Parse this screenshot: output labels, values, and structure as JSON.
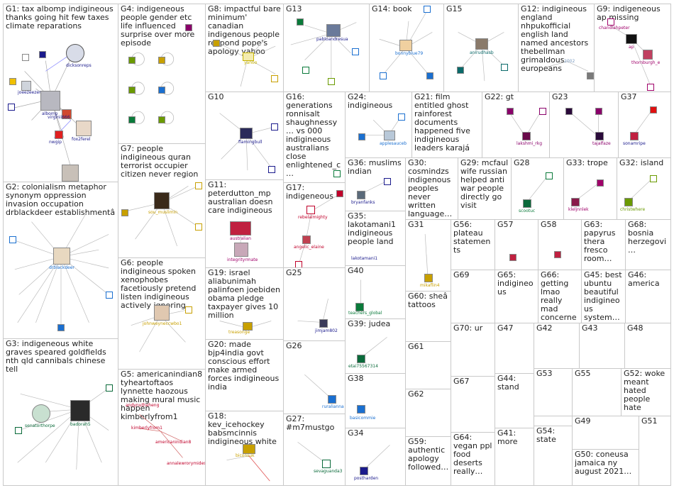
{
  "groups": [
    {
      "id": "G1",
      "label": "G1: tax albomp indigineous thanks going hit few taxes climate reparations"
    },
    {
      "id": "G4",
      "label": "G4: indigeneous people gender etc life influenced surprise over more episode"
    },
    {
      "id": "G8",
      "label": "G8: impactful bare minimum' canadian indigenous people respond pope's apology yahoo"
    },
    {
      "id": "G13",
      "label": "G13"
    },
    {
      "id": "G14",
      "label": "G14: book"
    },
    {
      "id": "G15",
      "label": "G15"
    },
    {
      "id": "G12",
      "label": "G12: indigineous england nhpukofficial english land named ancestors thebellman grimaldous europeans"
    },
    {
      "id": "G9",
      "label": "G9: indigeneous ap missing"
    },
    {
      "id": "G10",
      "label": "G10"
    },
    {
      "id": "G16",
      "label": "G16: generations ronnisalt shaughnessy… vs 000 indigineous australians close enlightened_c…"
    },
    {
      "id": "G24",
      "label": "G24: indigineous"
    },
    {
      "id": "G21",
      "label": "G21: film entitled ghost rainforest documents happened five indigineous leaders karajá"
    },
    {
      "id": "G22",
      "label": "G22: gt"
    },
    {
      "id": "G23",
      "label": "G23"
    },
    {
      "id": "G37",
      "label": "G37"
    },
    {
      "id": "G7",
      "label": "G7: people indigineous quran terrorist occupier citizen never region"
    },
    {
      "id": "G2",
      "label": "G2: colonialism metaphor synonym oppression invasion occupation drblackdeer establishmentâ"
    },
    {
      "id": "G11",
      "label": "G11: peterdutton_mp australian doesn care indigineous"
    },
    {
      "id": "G17",
      "label": "G17: indigeneous"
    },
    {
      "id": "G36",
      "label": "G36: muslims indian"
    },
    {
      "id": "G30",
      "label": "G30: cosmindzs indigenous peoples never written language…"
    },
    {
      "id": "G29",
      "label": "G29: mcfaul wife russian helped anti war people directly go visit"
    },
    {
      "id": "G28",
      "label": "G28"
    },
    {
      "id": "G33",
      "label": "G33: trope"
    },
    {
      "id": "G32",
      "label": "G32: island"
    },
    {
      "id": "G35",
      "label": "G35: lakotamani1 indigineous people land"
    },
    {
      "id": "G31",
      "label": "G31"
    },
    {
      "id": "G56",
      "label": "G56: plateau statements"
    },
    {
      "id": "G57",
      "label": "G57"
    },
    {
      "id": "G58",
      "label": "G58"
    },
    {
      "id": "G63",
      "label": "G63: papyrus thera fresco room…"
    },
    {
      "id": "G68",
      "label": "G68: bosnia herzegovi…"
    },
    {
      "id": "G6",
      "label": "G6: people indigineous spoken xenophobes facetiously pretend listen indigineous actively ignoring"
    },
    {
      "id": "G19",
      "label": "G19: israel aliabunimah palinfoen joebiden obama pledge taxpayer gives 10 million"
    },
    {
      "id": "G25",
      "label": "G25"
    },
    {
      "id": "G40",
      "label": "G40"
    },
    {
      "id": "G60",
      "label": "G60: sheâ tattoos"
    },
    {
      "id": "G69",
      "label": "G69"
    },
    {
      "id": "G65",
      "label": "G65: indigineous"
    },
    {
      "id": "G66",
      "label": "G66: getting lmao really mad concerne…"
    },
    {
      "id": "G45",
      "label": "G45: best ubuntu beautiful indigineous system…"
    },
    {
      "id": "G46",
      "label": "G46: america"
    },
    {
      "id": "G3",
      "label": "G3: indigeneous white graves speared goldfields nth qld cannibals chinese tell"
    },
    {
      "id": "G39",
      "label": "G39: judea"
    },
    {
      "id": "G70",
      "label": "G70: ur"
    },
    {
      "id": "G47",
      "label": "G47"
    },
    {
      "id": "G42",
      "label": "G42"
    },
    {
      "id": "G43",
      "label": "G43"
    },
    {
      "id": "G48",
      "label": "G48"
    },
    {
      "id": "G20",
      "label": "G20: made bjp4india govt conscious effort make armed forces indigineous india"
    },
    {
      "id": "G26",
      "label": "G26"
    },
    {
      "id": "G61",
      "label": "G61"
    },
    {
      "id": "G5",
      "label": "G5: americanindian8 tyheartoftaos lynnette haozous making mural music happen kimberlyfrom1"
    },
    {
      "id": "G38",
      "label": "G38"
    },
    {
      "id": "G67",
      "label": "G67"
    },
    {
      "id": "G44",
      "label": "G44: stand"
    },
    {
      "id": "G53",
      "label": "G53"
    },
    {
      "id": "G55",
      "label": "G55"
    },
    {
      "id": "G52",
      "label": "G52: woke meant hated people hate"
    },
    {
      "id": "G62",
      "label": "G62"
    },
    {
      "id": "G18",
      "label": "G18: kev_icehockey babsmcinnis indigineous white"
    },
    {
      "id": "G27",
      "label": "G27: #m7mustgo"
    },
    {
      "id": "G49",
      "label": "G49"
    },
    {
      "id": "G51",
      "label": "G51"
    },
    {
      "id": "G41",
      "label": "G41: more"
    },
    {
      "id": "G54",
      "label": "G54: state"
    },
    {
      "id": "G34",
      "label": "G34"
    },
    {
      "id": "G59",
      "label": "G59: authentic apology followed…"
    },
    {
      "id": "G64",
      "label": "G64: vegan ppl food deserts really…"
    },
    {
      "id": "G50",
      "label": "G50: coneusa jamaica ny august 2021…"
    }
  ],
  "vertices": [
    {
      "id": "dicksonreps",
      "label": "dicksonreps",
      "color": "#1a1a8c"
    },
    {
      "id": "joeezeezer",
      "label": "joeezeezer",
      "color": "#1a1a8c"
    },
    {
      "id": "albomp",
      "label": "albomp",
      "color": "#1a1a8c"
    },
    {
      "id": "virginii666",
      "label": "virginii666",
      "color": "#1a1a8c"
    },
    {
      "id": "fox2ferel",
      "label": "fox2ferel",
      "color": "#1a1a8c"
    },
    {
      "id": "nwgip",
      "label": "nwgip",
      "color": "#1a1a8c"
    },
    {
      "id": "yahoo",
      "label": "yahoo",
      "color": "#c8b400"
    },
    {
      "id": "pabloandresua",
      "label": "pabloandresua",
      "color": "#1a1a8c"
    },
    {
      "id": "bonnyblue79",
      "label": "bonnyblue79",
      "color": "#1a6fd0"
    },
    {
      "id": "anirudhasb",
      "label": "anirudhasb",
      "color": "#0a6a6a"
    },
    {
      "id": "x2002",
      "label": "2002",
      "color": "#7a9ac0"
    },
    {
      "id": "chandlahpeter",
      "label": "chandlahpeter",
      "color": "#a0006a"
    },
    {
      "id": "ap",
      "label": "ap",
      "color": "#a0006a"
    },
    {
      "id": "thornburgh_e",
      "label": "thornburgh_e",
      "color": "#a0006a"
    },
    {
      "id": "flamingbull",
      "label": "flamingbull",
      "color": "#1a1a8c"
    },
    {
      "id": "applesauceb",
      "label": "applesauceb",
      "color": "#1a6fd0"
    },
    {
      "id": "lakshmi_rkg",
      "label": "lakshmi_rkg",
      "color": "#8a006a"
    },
    {
      "id": "tajalfaze",
      "label": "tajalfaze",
      "color": "#8a006a"
    },
    {
      "id": "sonamripe",
      "label": "sonamripe",
      "color": "#1a1a8c"
    },
    {
      "id": "sou_muslimin",
      "label": "sou_muslimin",
      "color": "#c8a000"
    },
    {
      "id": "drblackdeer",
      "label": "drblackdeer",
      "color": "#1a6fd0"
    },
    {
      "id": "australian",
      "label": "australian",
      "color": "#a0006a"
    },
    {
      "id": "integrityrmate",
      "label": "integrityrmate",
      "color": "#a0006a"
    },
    {
      "id": "rebelalmighty",
      "label": "rebelalmighty",
      "color": "#c0002a"
    },
    {
      "id": "angelic_elaine",
      "label": "angelic_elaine",
      "color": "#c0002a"
    },
    {
      "id": "bryanfanks",
      "label": "bryanfanks",
      "color": "#1a1a8c"
    },
    {
      "id": "scootuc",
      "label": "scootuc",
      "color": "#0a7a3a"
    },
    {
      "id": "kleljnnlek",
      "label": "kleljnnlek",
      "color": "#a0006a"
    },
    {
      "id": "christwhere",
      "label": "christwhere",
      "color": "#6a9a00"
    },
    {
      "id": "lakotamani1",
      "label": "lakotamani1",
      "color": "#1a1a8c"
    },
    {
      "id": "mikaflin4",
      "label": "mikaflin4",
      "color": "#c8a000"
    },
    {
      "id": "johnweyneccwbo1",
      "label": "johnweyneccwbo1",
      "color": "#c8a000"
    },
    {
      "id": "treasonge",
      "label": "treasonge",
      "color": "#c8a000"
    },
    {
      "id": "jimjam802",
      "label": "jimjam802",
      "color": "#1a1a8c"
    },
    {
      "id": "teachers_global",
      "label": "teachers_global",
      "color": "#0a7a3a"
    },
    {
      "id": "senatorthorpe",
      "label": "senatorthorpe",
      "color": "#0a6a3a"
    },
    {
      "id": "badorah5",
      "label": "badorah5",
      "color": "#0a6a3a"
    },
    {
      "id": "etai75567314",
      "label": "etai75567314",
      "color": "#0a6a3a"
    },
    {
      "id": "ruralianna",
      "label": "ruralianna",
      "color": "#1a6fd0"
    },
    {
      "id": "andynutheheng",
      "label": "andynutheheng",
      "color": "#c0002a"
    },
    {
      "id": "kimberlyfrom1",
      "label": "kimberlyfrom1",
      "color": "#c0002a"
    },
    {
      "id": "americanindian8",
      "label": "americanindian8",
      "color": "#c0002a"
    },
    {
      "id": "annalewrorymides",
      "label": "annalewrorymides",
      "color": "#c0002a"
    },
    {
      "id": "basicommie",
      "label": "basicommie",
      "color": "#1a6fd0"
    },
    {
      "id": "biconsuk",
      "label": "biconsuk",
      "color": "#c8a000"
    },
    {
      "id": "sevaguanda3",
      "label": "sevaguanda3",
      "color": "#0a6a3a"
    },
    {
      "id": "postharden",
      "label": "postharden",
      "color": "#1a1a8c"
    }
  ]
}
